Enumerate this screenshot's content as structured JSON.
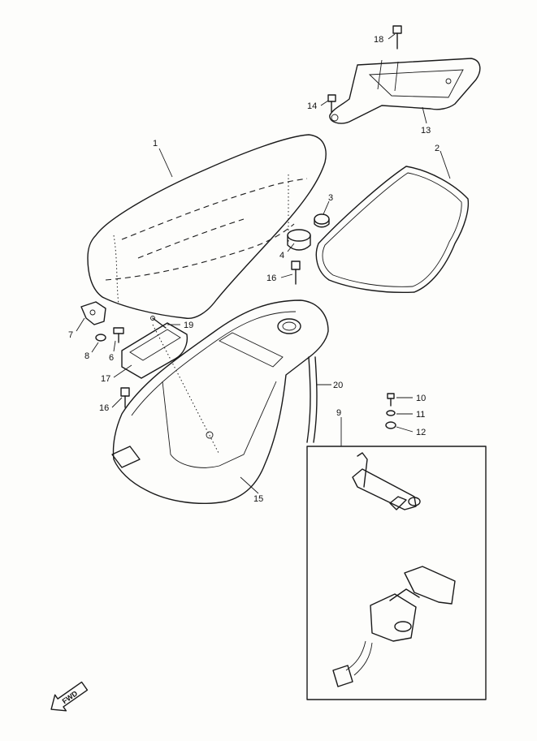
{
  "parts": [
    {
      "id": "1"
    },
    {
      "id": "2"
    },
    {
      "id": "3"
    },
    {
      "id": "4"
    },
    {
      "id": "6"
    },
    {
      "id": "7"
    },
    {
      "id": "8"
    },
    {
      "id": "9"
    },
    {
      "id": "10"
    },
    {
      "id": "11"
    },
    {
      "id": "12"
    },
    {
      "id": "13"
    },
    {
      "id": "14"
    },
    {
      "id": "15"
    },
    {
      "id": "16"
    },
    {
      "id": "16"
    },
    {
      "id": "17"
    },
    {
      "id": "18"
    },
    {
      "id": "19"
    },
    {
      "id": "20"
    }
  ],
  "badge": {
    "label": "FWD",
    "icon": "forward-arrow-icon"
  },
  "colors": {
    "ink": "#1a1a1a",
    "paper": "#fdfdfb"
  }
}
